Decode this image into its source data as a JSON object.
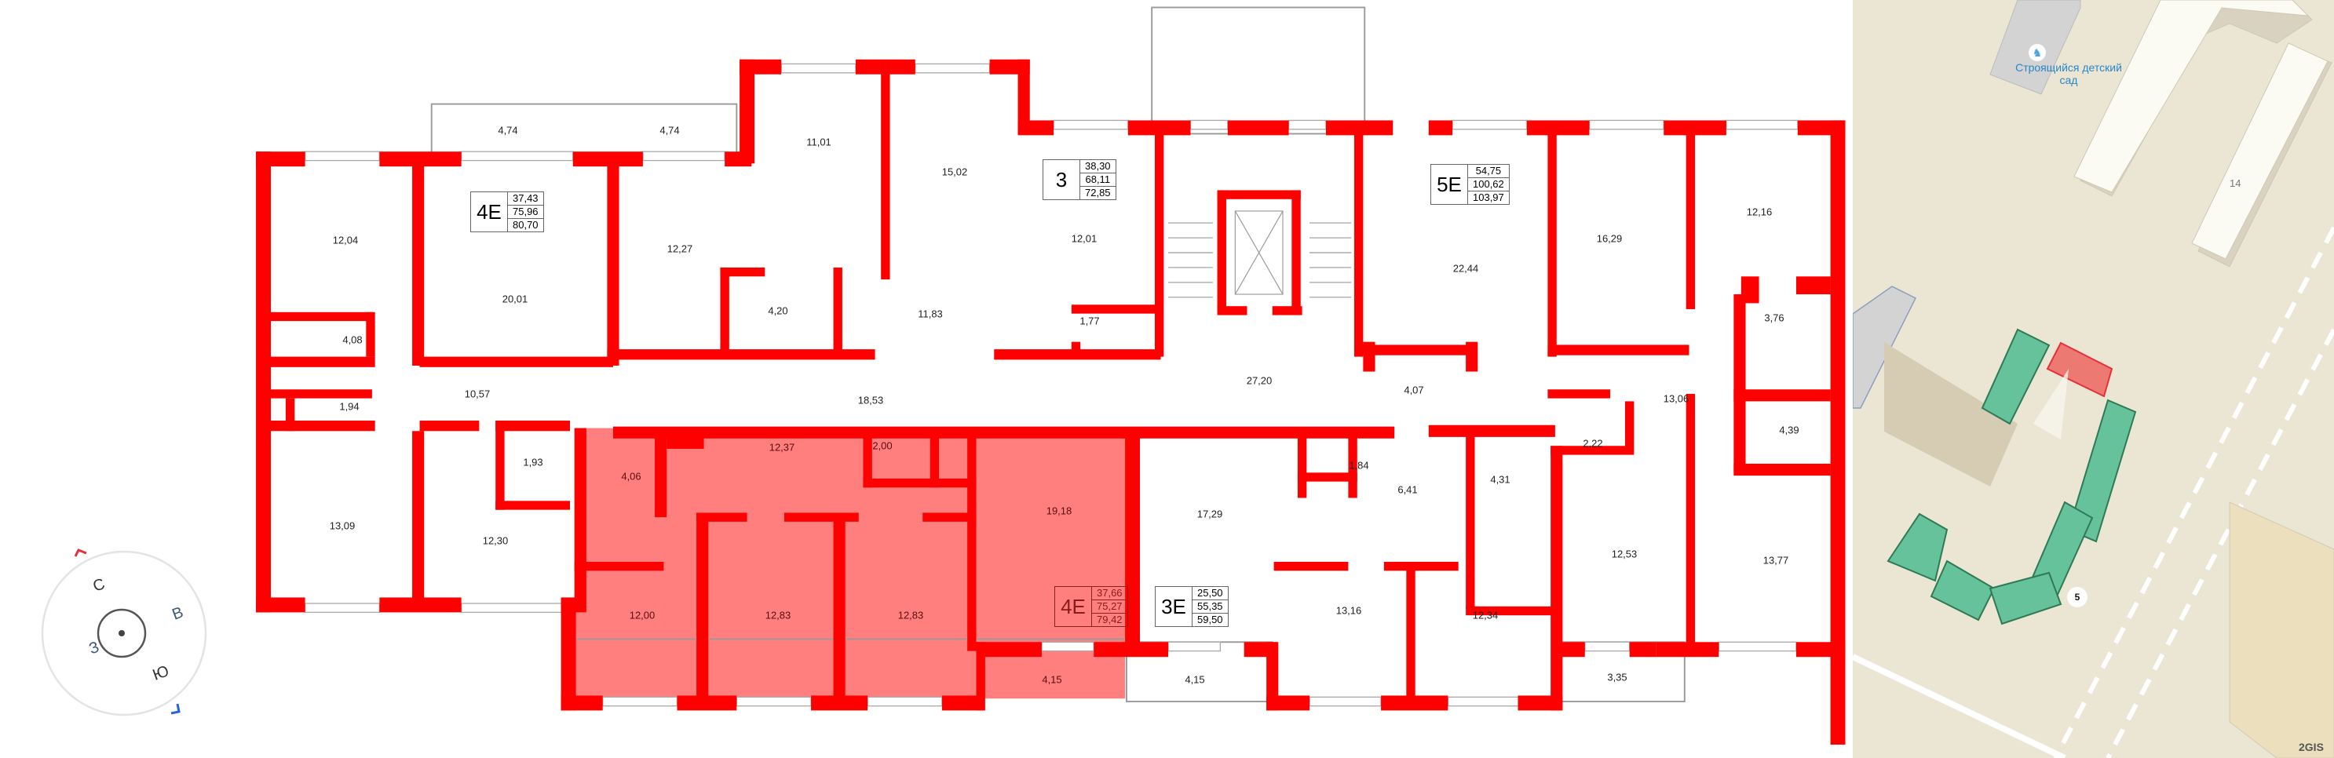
{
  "floor_plan": {
    "colors": {
      "wall": "#ff0000",
      "selected_fill": "#ff7f7f",
      "line": "#999999"
    },
    "apartments": [
      {
        "code": "4E",
        "living": "37,43",
        "total": "75,96",
        "total_with_balcony": "80,70",
        "selected": false
      },
      {
        "code": "3",
        "living": "38,30",
        "total": "68,11",
        "total_with_balcony": "72,85",
        "selected": false
      },
      {
        "code": "5E",
        "living": "54,75",
        "total": "100,62",
        "total_with_balcony": "103,97",
        "selected": false
      },
      {
        "code": "4E",
        "living": "37,66",
        "total": "75,27",
        "total_with_balcony": "79,42",
        "selected": true
      },
      {
        "code": "3E",
        "living": "25,50",
        "total": "55,35",
        "total_with_balcony": "59,50",
        "selected": false
      }
    ],
    "rooms": [
      "4,74",
      "4,74",
      "11,01",
      "15,02",
      "12,04",
      "20,01",
      "12,27",
      "12,01",
      "22,44",
      "16,29",
      "12,16",
      "4,20",
      "11,83",
      "1,77",
      "4,08",
      "3,76",
      "10,57",
      "1,94",
      "18,53",
      "27,20",
      "4,07",
      "13,06",
      "1,93",
      "4,06",
      "12,37",
      "2,00",
      "19,18",
      "17,29",
      "1,84",
      "6,41",
      "4,31",
      "2,22",
      "4,39",
      "13,09",
      "12,30",
      "12,53",
      "13,77",
      "12,00",
      "12,83",
      "12,83",
      "13,16",
      "12,34",
      "4,15",
      "4,15",
      "3,35"
    ]
  },
  "compass": {
    "north": "С",
    "east": "В",
    "south": "Ю",
    "west": "З"
  },
  "map": {
    "poi_label": "Строящийся детский сад",
    "house_number_14": "14",
    "marker_number": "5",
    "logo": "2GIS",
    "colors": {
      "ground": "#ebe5d3",
      "building_green": "#66c29a",
      "building_red": "#ec7a72",
      "building_light": "#fbfbf3"
    }
  }
}
